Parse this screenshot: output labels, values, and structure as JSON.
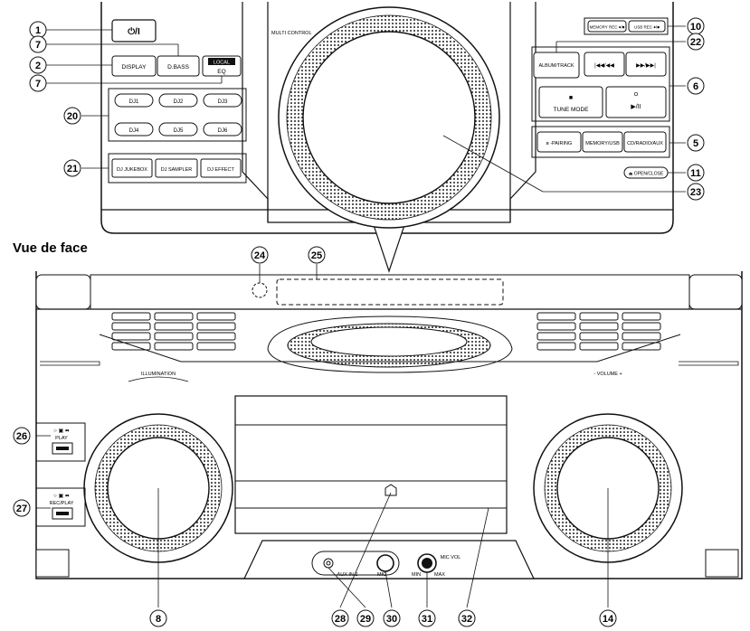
{
  "view_title": "Vue de face",
  "top_panel": {
    "power_button": "⏻/I",
    "display_button": "DISPLAY",
    "dbass_button": "D.BASS",
    "local_tag": "LOCAL",
    "eq_button": "EQ",
    "dj_buttons": [
      "DJ1",
      "DJ2",
      "DJ3",
      "DJ4",
      "DJ5",
      "DJ6"
    ],
    "dj_jukebox": "DJ JUKEBOX",
    "dj_sampler": "DJ SAMPLER",
    "dj_effect": "DJ EFFECT",
    "multi_control": "MULTI CONTROL",
    "memory_rec": "MEMORY REC ●/■",
    "usb_rec": "USB REC ●/■",
    "album_track": "ALBUM/TRACK",
    "prev_button": "|◀◀/◀◀",
    "next_button": "▶▶/▶▶|",
    "stop_symbol": "■",
    "tune_mode": "TUNE MODE",
    "play_symbol": "▶/II",
    "pairing_button": "ʙ -PAIRING",
    "memory_usb": "MEMORY/USB",
    "cd_radio_aux": "CD/RADIO/AUX",
    "open_close": "⏏ OPEN/CLOSE"
  },
  "front": {
    "illumination": "ILLUMINATION",
    "volume": "- VOLUME +",
    "port_play_icons": "○ ▣ ⬌",
    "port_play": "PLAY",
    "port_rec_icons": "○ ▣ ⬌",
    "port_rec": "REC/PLAY",
    "aux_in": "AUX IN 2",
    "mic": "MIC",
    "mic_vol": "MIC VOL",
    "min": "MIN",
    "max": "MAX"
  },
  "callouts": [
    "1",
    "7",
    "2",
    "7",
    "20",
    "21",
    "10",
    "22",
    "6",
    "5",
    "11",
    "23",
    "24",
    "25",
    "26",
    "27",
    "8",
    "28",
    "29",
    "30",
    "31",
    "32",
    "14"
  ]
}
